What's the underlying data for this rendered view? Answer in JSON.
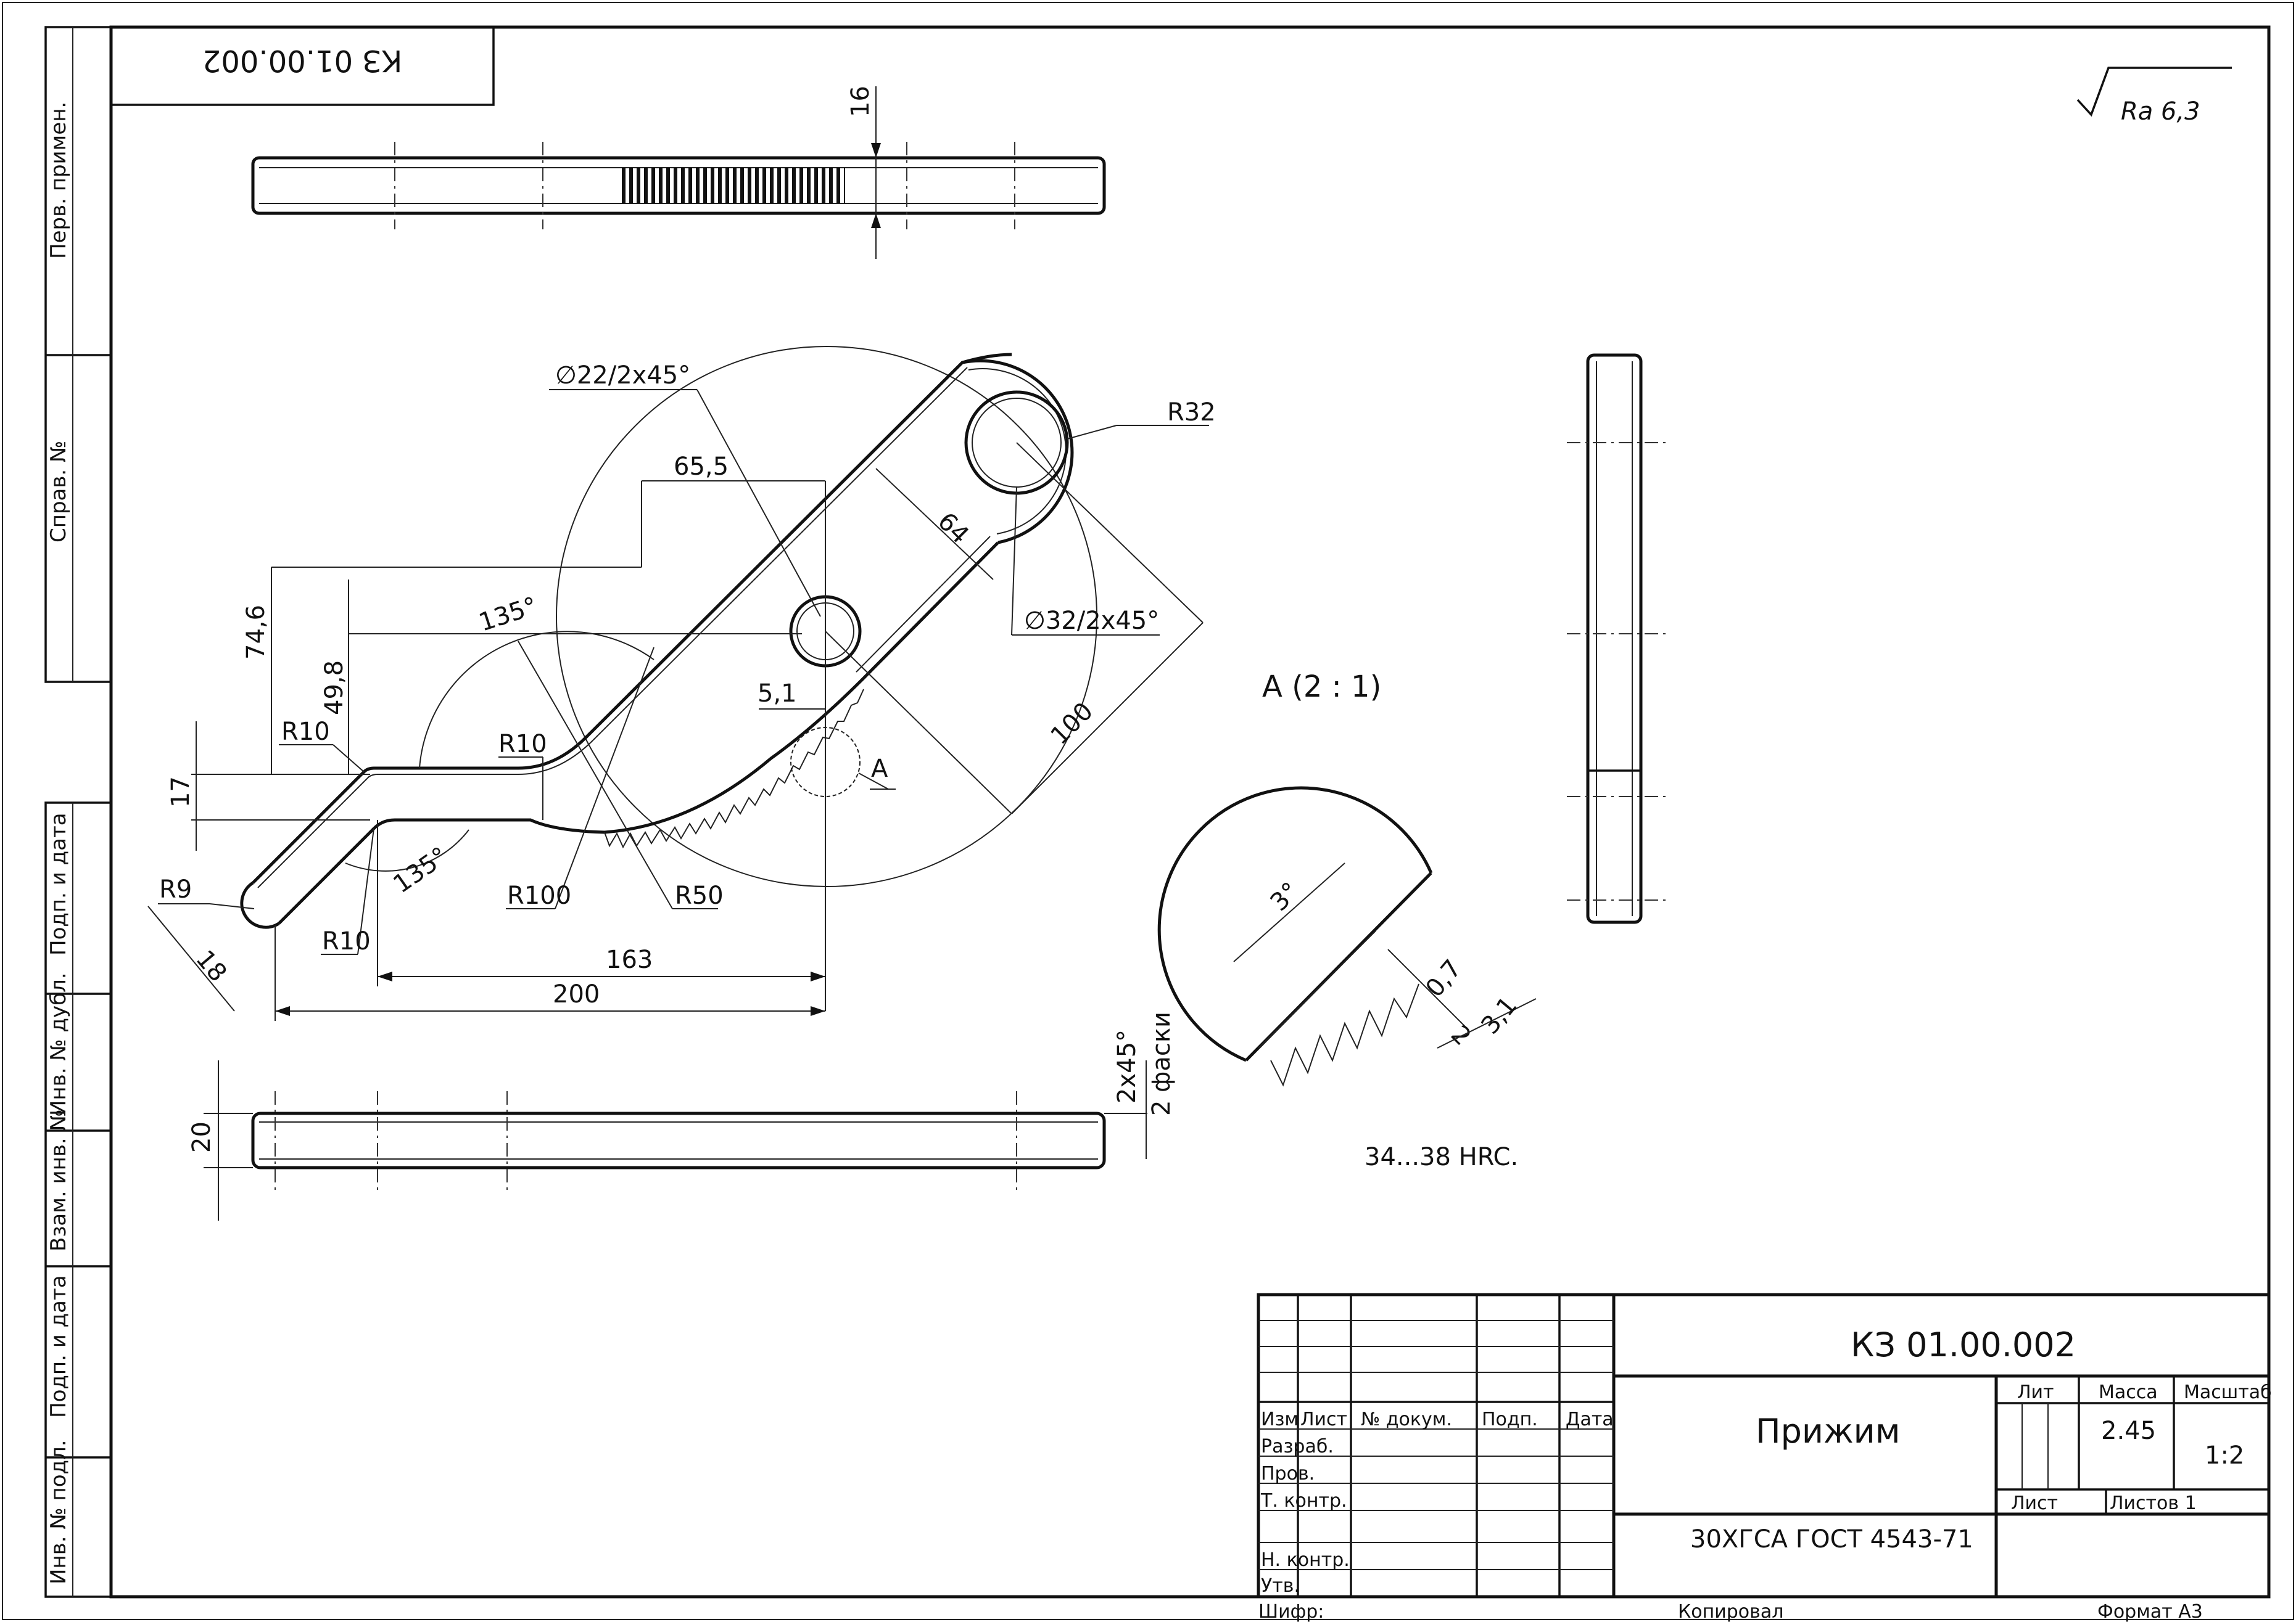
{
  "sheet": {
    "code_top_inverted": "КЗ 01.00.002",
    "roughness": "Ra 6,3",
    "hardness_note": "34...38 HRC.",
    "detail_view_label": "А (2 : 1)",
    "detail_marker": "А"
  },
  "left_margin_labels": [
    "Перв. примен.",
    "Справ. №",
    "Подп. и дата",
    "Инв. № дубл.",
    "Взам. инв. №",
    "Подп. и дата",
    "Инв. № подл."
  ],
  "dimensions": {
    "top_view_thickness": "16",
    "hole_small": "∅22/2x45°",
    "hole_large": "∅32/2x45°",
    "r32": "R32",
    "d655": "65,5",
    "d746": "74,6",
    "d498": "49,8",
    "angle_upper": "135°",
    "angle_lower": "135°",
    "d64": "64",
    "d51": "5,1",
    "d100": "100",
    "r10_a": "R10",
    "r10_b": "R10",
    "r10_c": "R10",
    "d17": "17",
    "r9": "R9",
    "d18": "18",
    "r100": "R100",
    "r50": "R50",
    "d163": "163",
    "d200": "200",
    "d20": "20",
    "chamfer": "2x45°",
    "chamfer_note": "2 фаски",
    "tooth_angle": "3°",
    "tooth_07": "0,7",
    "tooth_2": "2",
    "tooth_31": "3,1"
  },
  "title_block": {
    "designation": "КЗ 01.00.002",
    "name": "Прижим",
    "material": "30ХГСА ГОСТ 4543-71",
    "col_headers": [
      "Изм",
      "Лист",
      "№ докум.",
      "Подп.",
      "Дата"
    ],
    "row_labels": [
      "Разраб.",
      "Пров.",
      "Т. контр.",
      "Н. контр.",
      "Утв."
    ],
    "lit_label": "Лит",
    "mass_label": "Масса",
    "scale_label": "Масштаб",
    "mass_value": "2.45",
    "scale_value": "1:2",
    "sheet_label": "Лист",
    "sheets_label": "Листов 1",
    "cipher_label": "Шифр:",
    "copied_label": "Копировал",
    "format_label": "Формат А3"
  }
}
